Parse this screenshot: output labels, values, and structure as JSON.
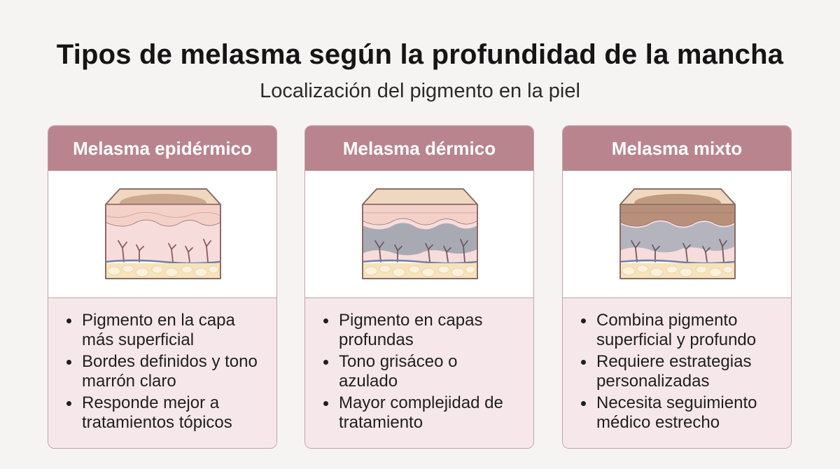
{
  "title": "Tipos de melasma según la profundidad de la mancha",
  "subtitle": "Localización del pigmento en la piel",
  "colors": {
    "header": "#b9848e",
    "border": "#c3a1a8",
    "body": "#f6e8ea",
    "epidermis": "#f3d8cf",
    "dermis": "#f5d9da",
    "fat": "#f6e3bc",
    "brown_pigment": "#c4a085",
    "gray_pigment": "#9aa1ac"
  },
  "cards": [
    {
      "title": "Melasma epidérmico",
      "pigment": "superficial",
      "icon": "skin-layers-epidermal-icon",
      "bullets": [
        "Pigmento en la capa más superficial",
        "Bordes definidos y tono marrón claro",
        "Responde mejor a tratamientos tópicos"
      ]
    },
    {
      "title": "Melasma dérmico",
      "pigment": "deep",
      "icon": "skin-layers-dermal-icon",
      "bullets": [
        "Pigmento en capas profundas",
        "Tono grisáceo o azulado",
        "Mayor complejidad de tratamiento"
      ]
    },
    {
      "title": "Melasma mixto",
      "pigment": "mixed",
      "icon": "skin-layers-mixed-icon",
      "bullets": [
        "Combina pigmento superficial y profundo",
        "Requiere estrategias personalizadas",
        "Necesita seguimiento médico estrecho"
      ]
    }
  ]
}
